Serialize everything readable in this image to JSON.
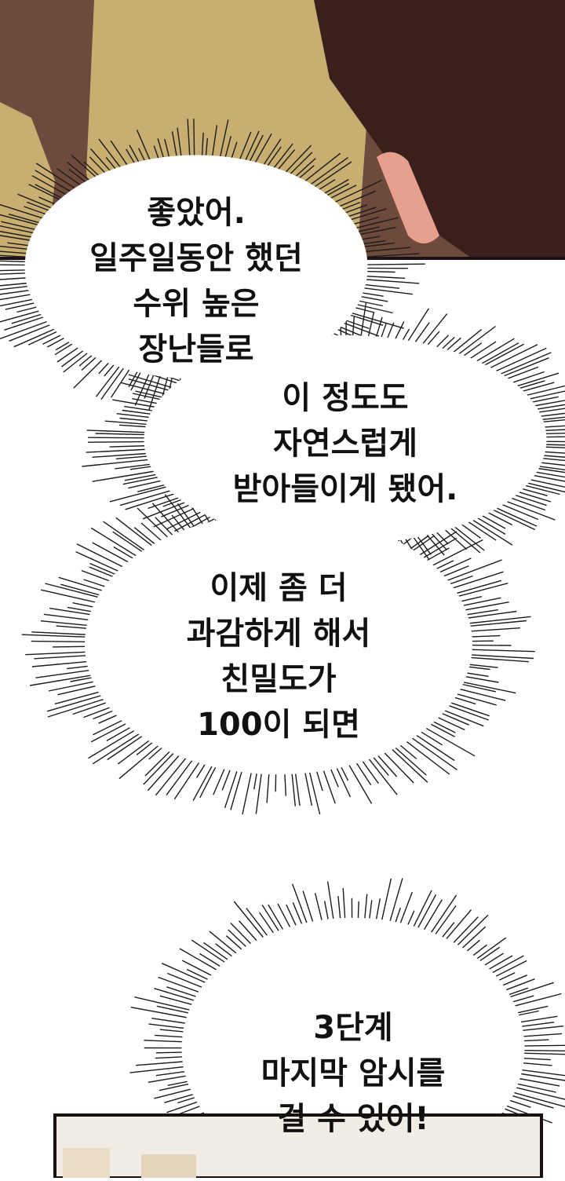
{
  "colors": {
    "panel_bg": "#6e4a3c",
    "panel_border": "#1a1210",
    "apron": "#c9ae72",
    "hair": "#3a201c",
    "skin": "#e7a08d",
    "bubble_fill": "#ffffff",
    "burst_lines": "#1c1c1c",
    "text": "#111111",
    "bottom_panel_bg": "#f2ede4"
  },
  "bubbles": [
    {
      "lines": [
        "좋았어.",
        "일주일동안 했던",
        "수위 높은",
        "장난들로"
      ]
    },
    {
      "lines": [
        "이 정도도",
        "자연스럽게",
        "받아들이게 됐어."
      ]
    },
    {
      "lines": [
        "이제 좀 더",
        "과감하게 해서",
        "친밀도가",
        "100이 되면"
      ]
    },
    {
      "lines": [
        "3단계",
        "마지막 암시를",
        "걸 수 있어!"
      ]
    }
  ]
}
